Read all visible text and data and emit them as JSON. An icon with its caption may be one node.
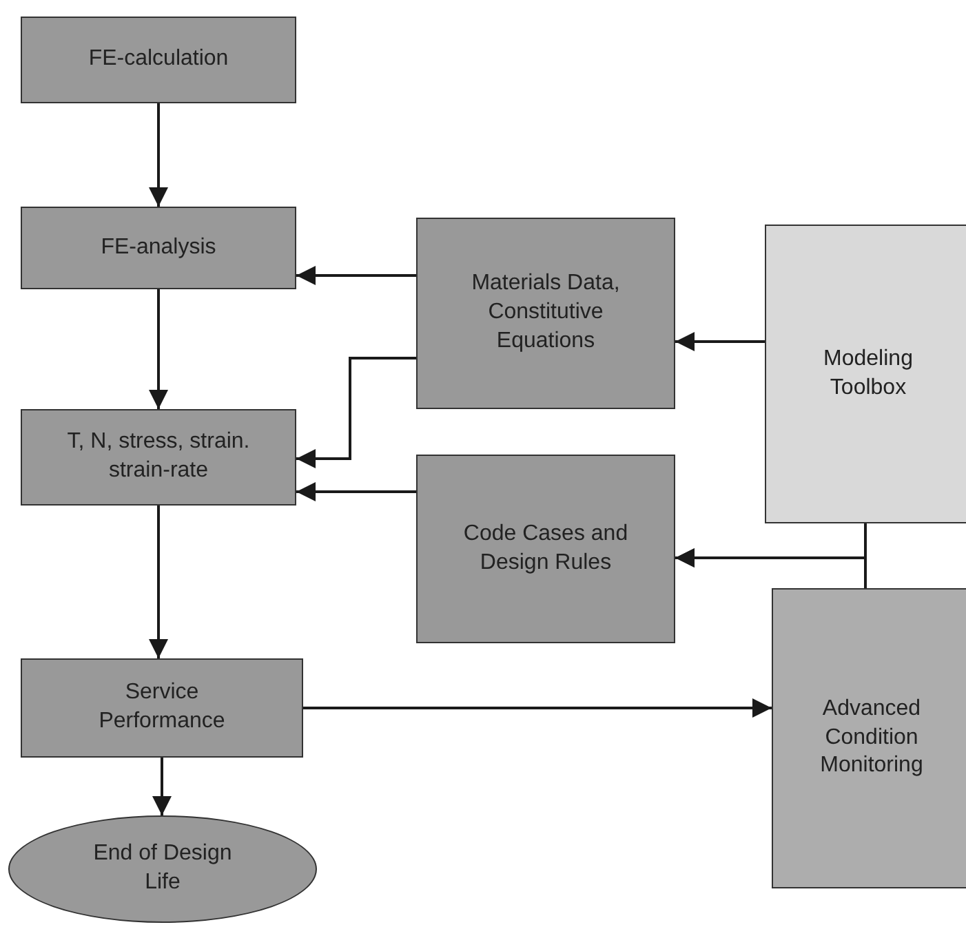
{
  "diagram": {
    "nodes": [
      {
        "text": [
          "FE-calculation"
        ]
      },
      {
        "text": [
          "FE-analysis"
        ]
      },
      {
        "text": [
          "T, N, stress, strain. strain-rate"
        ]
      },
      {
        "text": [
          "Service Performance"
        ]
      },
      {
        "text": [
          "End of Design Life"
        ]
      },
      {
        "text": [
          "Materials Data, Constitutive Equations"
        ]
      },
      {
        "text": [
          "Code Cases and Design Rules"
        ]
      },
      {
        "text": [
          "Modeling Toolbox"
        ]
      },
      {
        "text": [
          "Advanced Condition Monitoring"
        ]
      }
    ],
    "edges": [
      {
        "from": 0,
        "to": 1,
        "arrow": "to"
      },
      {
        "from": 1,
        "to": 2,
        "arrow": "to"
      },
      {
        "from": 2,
        "to": 3,
        "arrow": "to"
      },
      {
        "from": 3,
        "to": 4,
        "arrow": "to"
      },
      {
        "from": 5,
        "to": 1,
        "arrow": "to"
      },
      {
        "from": 5,
        "to": 2,
        "arrow": "to"
      },
      {
        "from": 6,
        "to": 2,
        "arrow": "to"
      },
      {
        "from": 7,
        "to": 5,
        "arrow": "to"
      },
      {
        "from": 7,
        "to": 6,
        "arrow": "to"
      },
      {
        "from": 8,
        "to": 6,
        "arrow": "to"
      },
      {
        "from": 3,
        "to": 8,
        "arrow": "to"
      }
    ]
  }
}
